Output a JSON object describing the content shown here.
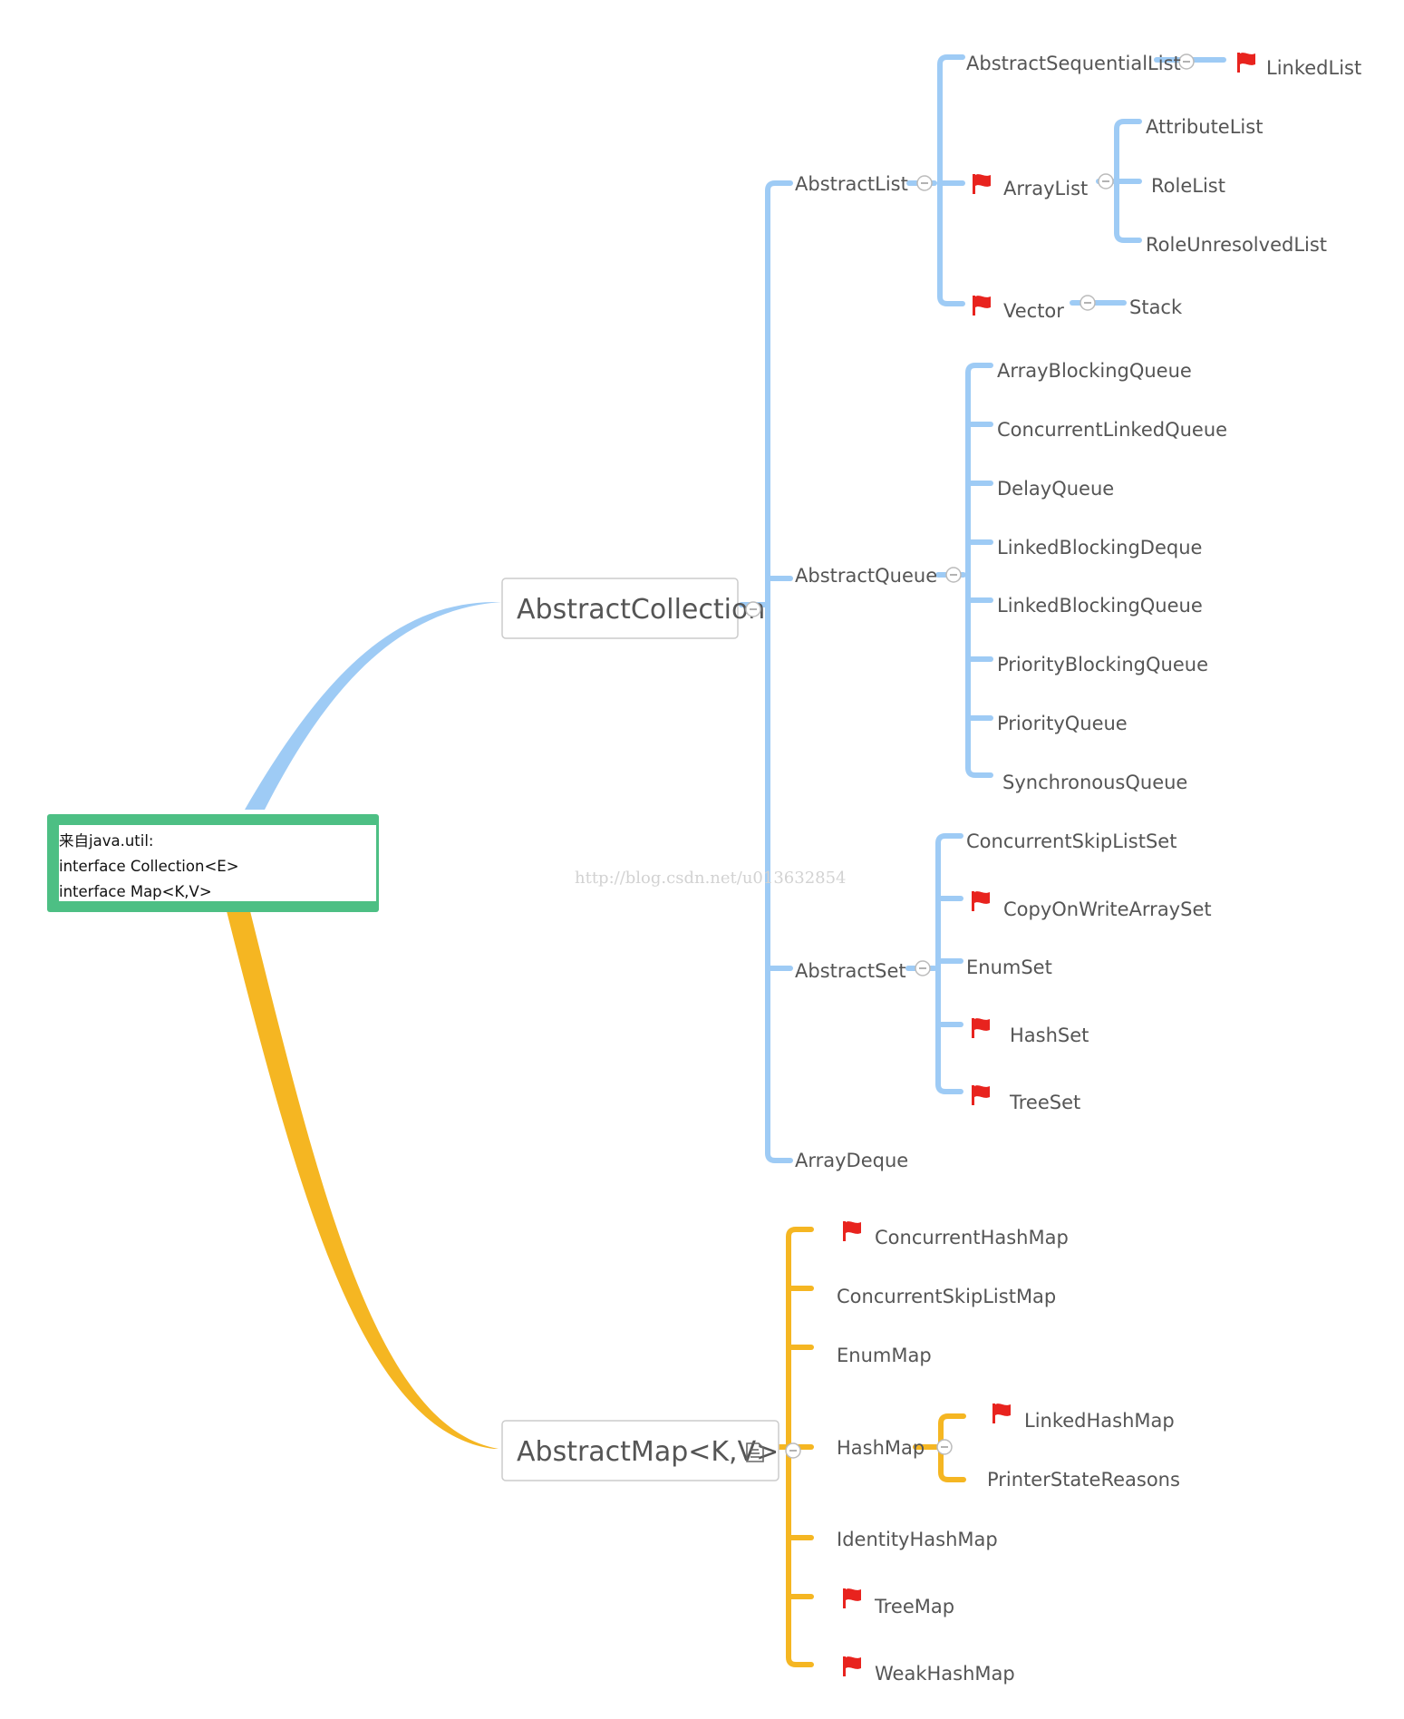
{
  "root": {
    "lines": [
      "来自java.util:",
      "interface Collection<E>",
      "interface Map<K,V>"
    ],
    "border_color": "#4DBF84"
  },
  "colors": {
    "collection_branch": "#9ECBF5",
    "map_branch": "#F5B622",
    "flag": "#E8231E",
    "collapse_button": "#BBBBBB"
  },
  "collection": {
    "label": "AbstractCollection",
    "children": {
      "abstract_list": {
        "label": "AbstractList",
        "sequential": {
          "label": "AbstractSequentialList",
          "linked_list": {
            "label": "LinkedList",
            "flagged": true
          }
        },
        "array_list": {
          "label": "ArrayList",
          "flagged": true,
          "children": [
            "AttributeList",
            "RoleList",
            "RoleUnresolvedList"
          ]
        },
        "vector": {
          "label": "Vector",
          "flagged": true,
          "stack": {
            "label": "Stack"
          }
        }
      },
      "abstract_queue": {
        "label": "AbstractQueue",
        "children": [
          "ArrayBlockingQueue",
          "ConcurrentLinkedQueue",
          "DelayQueue",
          "LinkedBlockingDeque",
          "LinkedBlockingQueue",
          "PriorityBlockingQueue",
          "PriorityQueue",
          "SynchronousQueue"
        ]
      },
      "abstract_set": {
        "label": "AbstractSet",
        "children": [
          {
            "label": "ConcurrentSkipListSet",
            "flagged": false
          },
          {
            "label": "CopyOnWriteArraySet",
            "flagged": true
          },
          {
            "label": "EnumSet",
            "flagged": false
          },
          {
            "label": "HashSet",
            "flagged": true
          },
          {
            "label": "TreeSet",
            "flagged": true
          }
        ]
      },
      "array_deque": {
        "label": "ArrayDeque"
      }
    }
  },
  "map": {
    "label": "AbstractMap<K,V>",
    "note_icon": "note-icon",
    "children": [
      {
        "label": "ConcurrentHashMap",
        "flagged": true
      },
      {
        "label": "ConcurrentSkipListMap",
        "flagged": false
      },
      {
        "label": "EnumMap",
        "flagged": false
      },
      {
        "label": "HashMap",
        "flagged": false
      },
      {
        "label": "IdentityHashMap",
        "flagged": false
      },
      {
        "label": "TreeMap",
        "flagged": true
      },
      {
        "label": "WeakHashMap",
        "flagged": true
      }
    ],
    "hash_map_children": [
      {
        "label": "LinkedHashMap",
        "flagged": true
      },
      {
        "label": "PrinterStateReasons",
        "flagged": false
      }
    ]
  },
  "watermark": "http://blog.csdn.net/u013632854"
}
